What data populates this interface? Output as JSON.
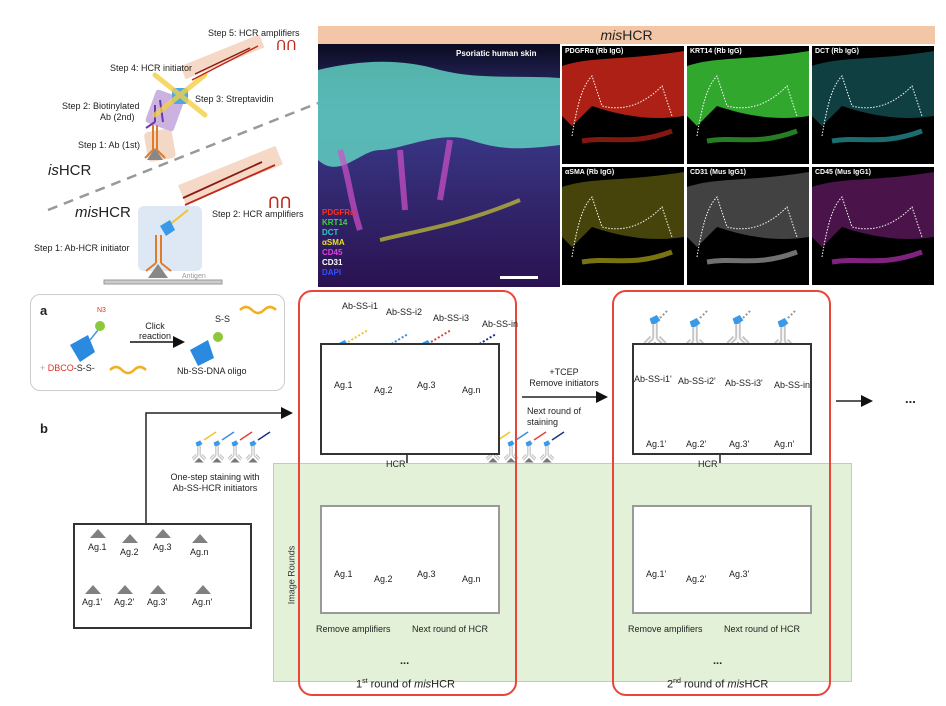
{
  "top_left": {
    "step5": "Step 5:  HCR amplifiers",
    "step4": "Step 4: HCR initiator",
    "step3": "Step 3:  Streptavidin",
    "step2_line1": "Step 2:  Biotinylated",
    "step2_line2": "Ab (2nd)",
    "step1": "Step 1:  Ab (1st)",
    "ishcr_prefix": "is",
    "ishcr_suffix": "HCR",
    "mishcr_prefix": "mis",
    "mishcr_suffix": "HCR",
    "mis_step2": "Step 2: HCR amplifiers",
    "mis_step1": "Step 1:  Ab-HCR initiator",
    "antigen": "Antigen"
  },
  "header": {
    "prefix": "mis",
    "suffix": "HCR"
  },
  "main_image": {
    "title": "Psoriatic human skin",
    "legend": [
      {
        "label": "PDGFRα",
        "color": "#ff3020"
      },
      {
        "label": "KRT14",
        "color": "#3ed43e"
      },
      {
        "label": "DCT",
        "color": "#30c8c8"
      },
      {
        "label": "αSMA",
        "color": "#e8e020"
      },
      {
        "label": "CD45",
        "color": "#e040e0"
      },
      {
        "label": "CD31",
        "color": "#ffffff"
      },
      {
        "label": "DAPI",
        "color": "#3050ff"
      }
    ]
  },
  "panels": [
    {
      "label": "PDGFRα (Rb IgG)",
      "color": "#d8281a"
    },
    {
      "label": "KRT14 (Rb IgG)",
      "color": "#3fd13a"
    },
    {
      "label": "DCT (Rb IgG)",
      "color": "#2fb4bb"
    },
    {
      "label": "αSMA (Rb IgG)",
      "color": "#c9c21c"
    },
    {
      "label": "CD31 (Mus IgG1)",
      "color": "#bdbdbd"
    },
    {
      "label": "CD45 (Mus IgG1)",
      "color": "#d43ad4"
    }
  ],
  "panel_a": {
    "label": "a",
    "n3": "N3",
    "click": "Click",
    "reaction": "reaction",
    "plus": "+",
    "dbco": "DBCO",
    "ss": "-S-S-",
    "ss_product": "S-S",
    "product": "Nb-SS-DNA oligo"
  },
  "panel_b": {
    "label": "b",
    "one_step_1": "One-step staining with",
    "one_step_2": "Ab-SS-HCR initiators",
    "image_rounds": "Image Rounds",
    "start_ag_row1": [
      "Ag.1",
      "Ag.2",
      "Ag.3",
      "Ag.n"
    ],
    "start_ag_row2": [
      "Ag.1'",
      "Ag.2'",
      "Ag.3'",
      "Ag.n'"
    ],
    "ellipsis": "...",
    "round1": {
      "initiators": [
        "Ab-SS-i1",
        "Ab-SS-i2",
        "Ab-SS-i3",
        "Ab-SS-in"
      ],
      "ags": [
        "Ag.1",
        "Ag.2",
        "Ag.3",
        "Ag.n"
      ],
      "hcr": "HCR",
      "remove": "Remove amplifiers",
      "next": "Next round of HCR",
      "title_num": "1",
      "title_sup": "st",
      "title_mid": " round of ",
      "title_it": "mis",
      "title_end": "HCR"
    },
    "middle": {
      "tcep": "+TCEP",
      "remove_init": "Remove initiators",
      "next1": "Next round of",
      "next2": "staining"
    },
    "round2": {
      "initiators": [
        "Ab-SS-i1'",
        "Ab-SS-i2'",
        "Ab-SS-i3'",
        "Ab-SS-in'"
      ],
      "ags": [
        "Ag.1'",
        "Ag.2'",
        "Ag.3'",
        "Ag.n'"
      ],
      "hcr": "HCR",
      "remove": "Remove amplifiers",
      "next": "Next round of HCR",
      "title_num": "2",
      "title_sup": "nd",
      "title_mid": " round of ",
      "title_it": "mis",
      "title_end": "HCR"
    },
    "more": "..."
  },
  "colors": {
    "init1": "#f2c230",
    "init2": "#3a8ee0",
    "init3": "#e0443a",
    "init4": "#1f2e8a"
  }
}
